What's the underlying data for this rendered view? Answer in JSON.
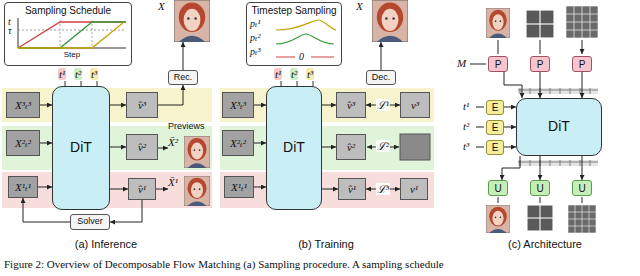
{
  "diagram": {
    "caption": "Figure 2: Overview of Decomposable Flow Matching (a) Sampling procedure. A sampling schedule",
    "nodes": [
      {
        "text": [
          "Sampling Schedule"
        ]
      },
      {
        "text": [
          "X"
        ]
      },
      {
        "text": [
          "Rec."
        ]
      },
      {
        "text": [
          "DiT"
        ]
      },
      {
        "text": [
          "X³ₜ³"
        ]
      },
      {
        "text": [
          "X²ₜ²"
        ]
      },
      {
        "text": [
          "X¹ₜ¹"
        ]
      },
      {
        "text": [
          "v̂³"
        ]
      },
      {
        "text": [
          "v̂²"
        ]
      },
      {
        "text": [
          "v̂¹"
        ]
      },
      {
        "text": [
          "X̄²"
        ]
      },
      {
        "text": [
          "X̄¹"
        ]
      },
      {
        "text": [
          "Solver"
        ]
      },
      {
        "text": [
          "Timestep Sampling"
        ]
      },
      {
        "text": [
          "X"
        ]
      },
      {
        "text": [
          "Dec."
        ]
      },
      {
        "text": [
          "DiT"
        ]
      },
      {
        "text": [
          "X³ₜ³"
        ]
      },
      {
        "text": [
          "X²ₜ²"
        ]
      },
      {
        "text": [
          "X¹ₜ¹"
        ]
      },
      {
        "text": [
          "v̂³"
        ]
      },
      {
        "text": [
          "v̂²"
        ]
      },
      {
        "text": [
          "v̂¹"
        ]
      },
      {
        "text": [
          "v³"
        ]
      },
      {
        "text": [
          "v¹"
        ]
      },
      {
        "text": [
          "P"
        ]
      },
      {
        "text": [
          "P"
        ]
      },
      {
        "text": [
          "P"
        ]
      },
      {
        "text": [
          "E"
        ]
      },
      {
        "text": [
          "E"
        ]
      },
      {
        "text": [
          "E"
        ]
      },
      {
        "text": [
          "DiT"
        ]
      },
      {
        "text": [
          "U"
        ]
      },
      {
        "text": [
          "U"
        ]
      },
      {
        "text": [
          "U"
        ]
      }
    ],
    "edges": [
      {
        "from": 4,
        "to": 3,
        "arrow": "to"
      },
      {
        "from": 5,
        "to": 3,
        "arrow": "to"
      },
      {
        "from": 6,
        "to": 3,
        "arrow": "to"
      },
      {
        "from": 3,
        "to": 7,
        "arrow": "to"
      },
      {
        "from": 3,
        "to": 8,
        "arrow": "to"
      },
      {
        "from": 3,
        "to": 9,
        "arrow": "to"
      },
      {
        "from": 8,
        "to": 10,
        "arrow": "to"
      },
      {
        "from": 9,
        "to": 11,
        "arrow": "to"
      },
      {
        "from": 9,
        "to": 12,
        "arrow": "to"
      },
      {
        "from": 12,
        "to": 6,
        "arrow": "to"
      },
      {
        "from": 7,
        "to": 2,
        "arrow": "to"
      },
      {
        "from": 2,
        "to": 1,
        "arrow": "to"
      },
      {
        "from": 17,
        "to": 16,
        "arrow": "to"
      },
      {
        "from": 18,
        "to": 16,
        "arrow": "to"
      },
      {
        "from": 19,
        "to": 16,
        "arrow": "to"
      },
      {
        "from": 16,
        "to": 20,
        "arrow": "to"
      },
      {
        "from": 16,
        "to": 21,
        "arrow": "to"
      },
      {
        "from": 16,
        "to": 22,
        "arrow": "to"
      },
      {
        "from": 20,
        "to": 23,
        "label": "ℒ¹",
        "arrow": "both"
      },
      {
        "from": 22,
        "to": 24,
        "label": "ℒ³",
        "arrow": "both"
      },
      {
        "from": 15,
        "to": 14,
        "arrow": "to"
      },
      {
        "from": 25,
        "to": 31,
        "arrow": "to"
      },
      {
        "from": 26,
        "to": 31,
        "arrow": "to"
      },
      {
        "from": 27,
        "to": 31,
        "arrow": "to"
      },
      {
        "from": 28,
        "to": 31,
        "arrow": "to"
      },
      {
        "from": 29,
        "to": 31,
        "arrow": "to"
      },
      {
        "from": 30,
        "to": 31,
        "arrow": "to"
      },
      {
        "from": 31,
        "to": 32,
        "arrow": "to"
      },
      {
        "from": 31,
        "to": 33,
        "arrow": "to"
      },
      {
        "from": 31,
        "to": 34,
        "arrow": "to"
      }
    ],
    "labels": [
      "t",
      "τ",
      "Step",
      "t¹",
      "t²",
      "t³",
      "Previews",
      "(a) Inference",
      "pₜ¹",
      "pₜ²",
      "pₜ³",
      "0",
      "t¹",
      "t²",
      "t³",
      "ℒ²",
      "(b) Training",
      "M",
      "t¹",
      "t²",
      "t³",
      "(c) Architecture"
    ]
  }
}
